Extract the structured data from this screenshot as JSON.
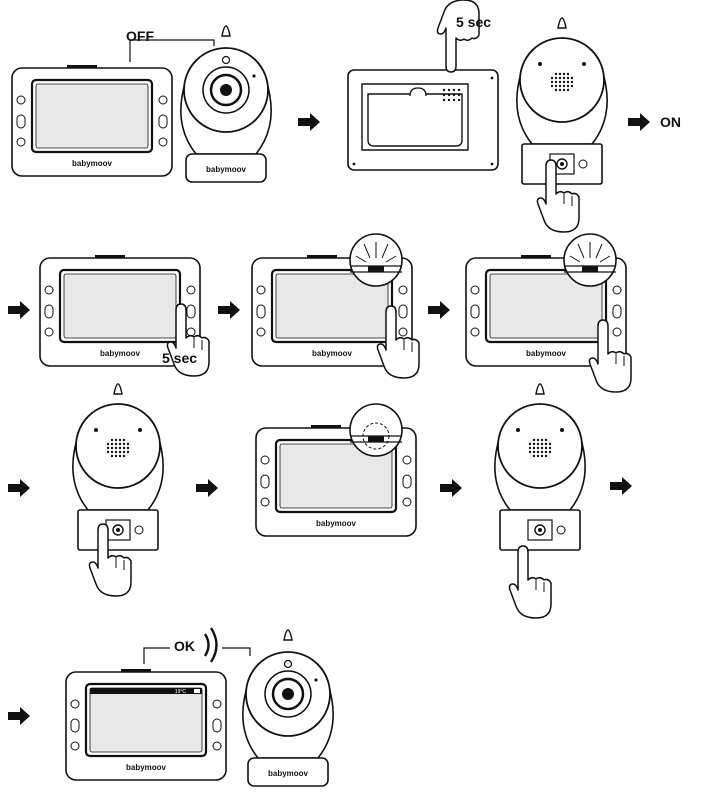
{
  "labels": {
    "off": "OFF",
    "on": "ON",
    "ok": "OK",
    "hold_time": "5 sec",
    "brand": "babymoov",
    "temperature": "19°C"
  },
  "colors": {
    "ink": "#111111",
    "paper": "#ffffff",
    "screen": "#e8e8e8"
  },
  "icons": [
    "right-arrow-icon",
    "hand-pointer-icon",
    "signal-waves-icon",
    "led-flash-icon",
    "power-button-icon"
  ]
}
